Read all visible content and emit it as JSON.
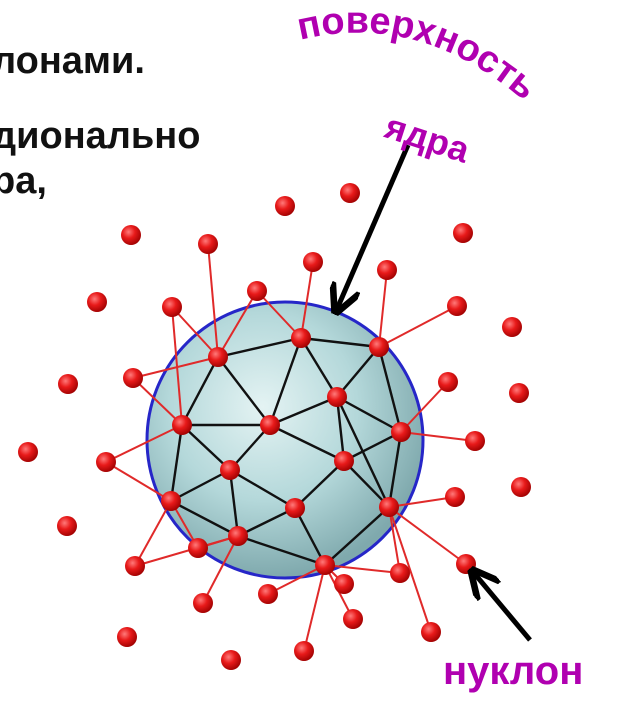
{
  "slide_text": {
    "line1": "лонами.",
    "line2": "дионально",
    "line3": "ра,"
  },
  "labels": {
    "surface": "поверхность ядра",
    "surface_part1": "поверхность",
    "surface_part2": "ядра",
    "nucleon": "нуклон"
  },
  "colors": {
    "label": "#b000b0",
    "nucleon": "#e01818",
    "sphere_edge": "#2626c8",
    "text": "#111111"
  }
}
